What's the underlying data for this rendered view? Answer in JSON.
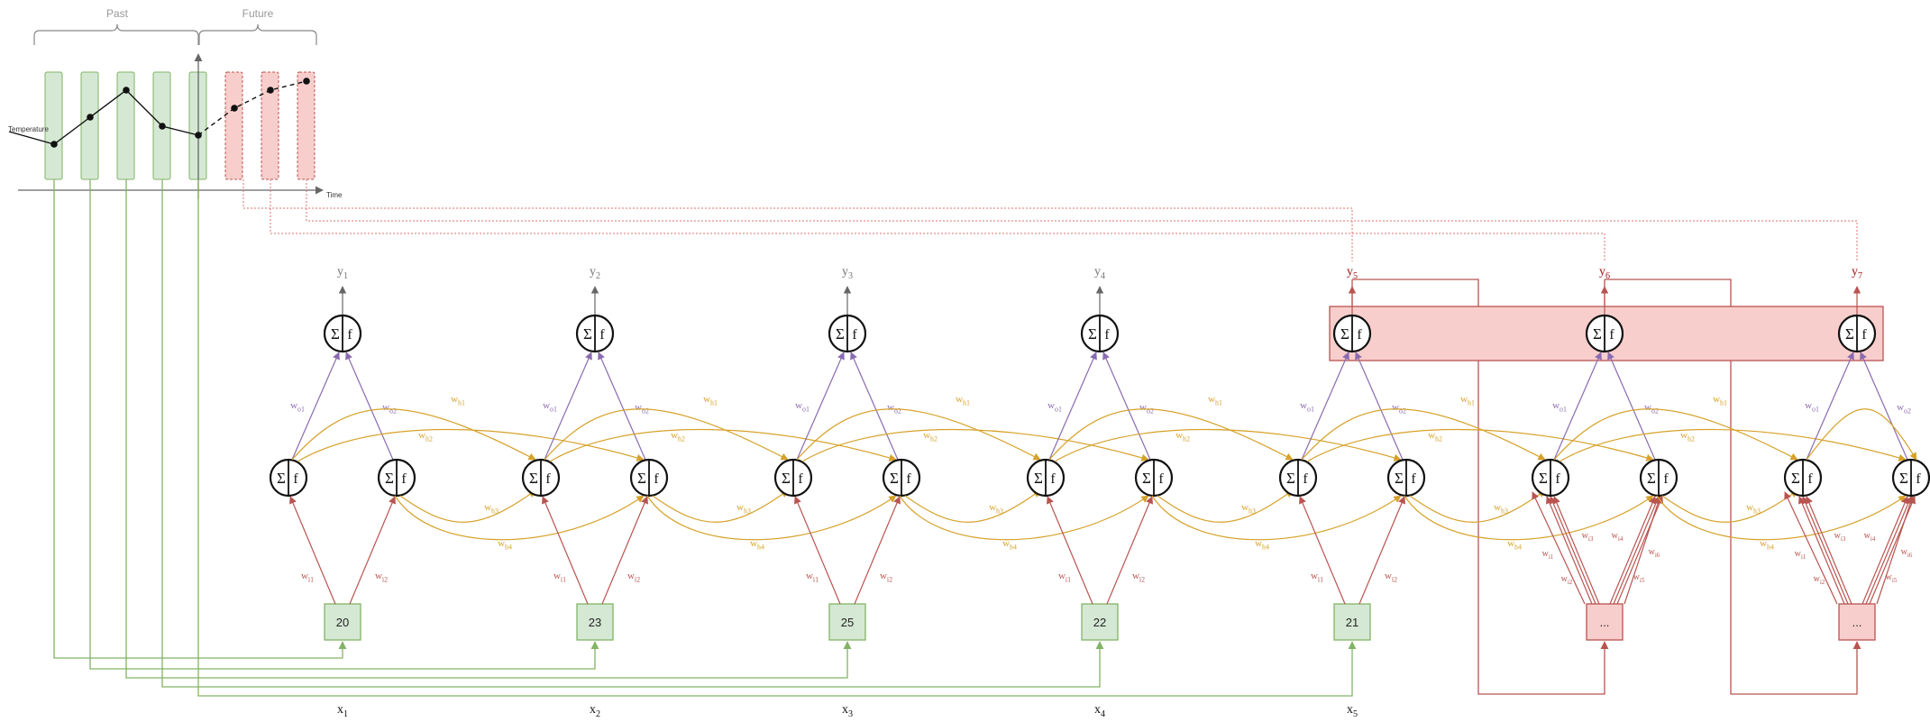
{
  "chart": {
    "past_label": "Past",
    "future_label": "Future",
    "y_axis_label": "Temperature",
    "x_axis_label": "Time"
  },
  "neuron": {
    "sum_symbol": "Σ",
    "act_symbol": "f"
  },
  "weights": {
    "wo1": [
      "w",
      "o1"
    ],
    "wo2": [
      "w",
      "o2"
    ],
    "wh1": [
      "w",
      "h1"
    ],
    "wh2": [
      "w",
      "h2"
    ],
    "wh3": [
      "w",
      "h3"
    ],
    "wh4": [
      "w",
      "h4"
    ],
    "wi1": [
      "w",
      "i1"
    ],
    "wi2": [
      "w",
      "i2"
    ],
    "wi3": [
      "w",
      "i3"
    ],
    "wi4": [
      "w",
      "i4"
    ],
    "wi5": [
      "w",
      "i5"
    ],
    "wi6": [
      "w",
      "i6"
    ]
  },
  "timesteps": [
    {
      "output": [
        "y",
        "1"
      ],
      "input_value": "20",
      "input_label": [
        "x",
        "1"
      ],
      "kind": "past"
    },
    {
      "output": [
        "y",
        "2"
      ],
      "input_value": "23",
      "input_label": [
        "x",
        "2"
      ],
      "kind": "past"
    },
    {
      "output": [
        "y",
        "3"
      ],
      "input_value": "25",
      "input_label": [
        "x",
        "3"
      ],
      "kind": "past"
    },
    {
      "output": [
        "y",
        "4"
      ],
      "input_value": "22",
      "input_label": [
        "x",
        "4"
      ],
      "kind": "past"
    },
    {
      "output": [
        "y",
        "5"
      ],
      "input_value": "21",
      "input_label": [
        "x",
        "5"
      ],
      "kind": "past-last"
    },
    {
      "output": [
        "y",
        "6"
      ],
      "input_value": "...",
      "input_label": [
        "",
        ""
      ],
      "kind": "future"
    },
    {
      "output": [
        "y",
        "7"
      ],
      "input_value": "...",
      "input_label": [
        "",
        ""
      ],
      "kind": "future"
    }
  ],
  "colors": {
    "input_weight": "#b85450",
    "hidden_weight": "#d6a22a",
    "output_weight": "#8a6bb0",
    "green_fill": "#d5e8d4",
    "green_stroke": "#82b366",
    "red_fill": "#f8cecc",
    "red_stroke": "#b85450",
    "gray": "#777777",
    "dark_red": "#a01818"
  }
}
